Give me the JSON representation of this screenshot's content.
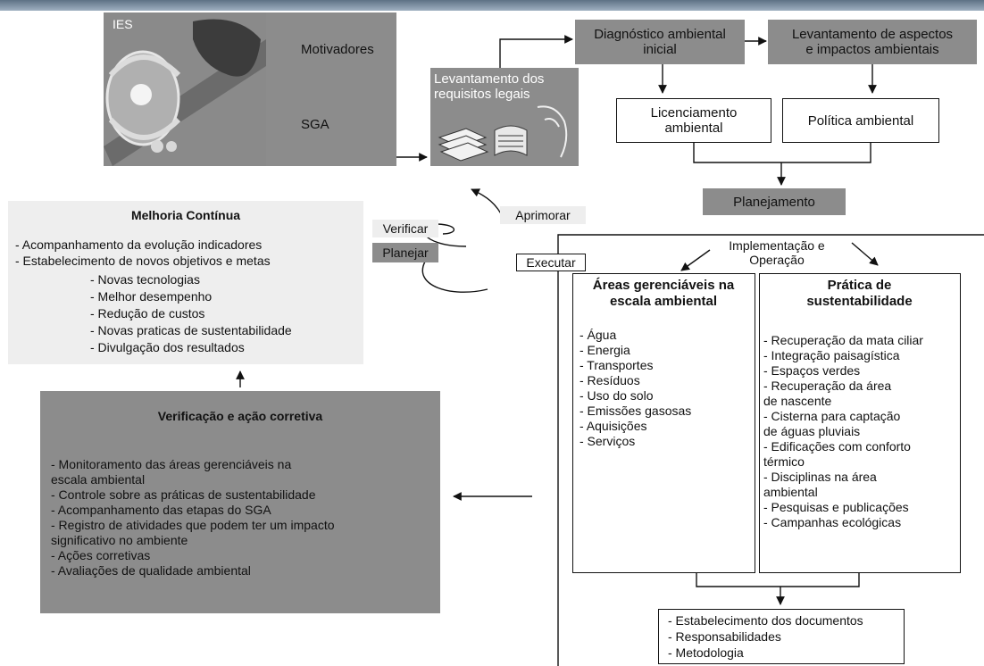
{
  "ies": {
    "label": "IES",
    "motivadores": "Motivadores",
    "sga": "SGA"
  },
  "requisitos": {
    "line1": "Levantamento dos",
    "line2": "requisitos legais"
  },
  "diagnostico": {
    "line1": "Diagnóstico ambiental",
    "line2": "inicial"
  },
  "levantamento_aspectos": {
    "line1": "Levantamento de aspectos",
    "line2": "e impactos ambientais"
  },
  "licenciamento": {
    "line1": "Licenciamento",
    "line2": "ambiental"
  },
  "politica": "Política ambiental",
  "planejamento": "Planejamento",
  "cycle": {
    "aprimorar": "Aprimorar",
    "verificar": "Verificar",
    "planejar": "Planejar",
    "executar": "Executar"
  },
  "implementacao": {
    "line1": "Implementação e",
    "line2": "Operação"
  },
  "melhoria": {
    "title": "Melhoria Contínua",
    "items": [
      "- Acompanhamento da evolução indicadores",
      "- Estabelecimento de novos objetivos e metas"
    ],
    "subitems": [
      "- Novas tecnologias",
      "- Melhor desempenho",
      "- Redução de custos",
      "- Novas praticas de sustentabilidade",
      "- Divulgação dos resultados"
    ]
  },
  "verificacao": {
    "title": "Verificação e ação corretiva",
    "items": [
      "- Monitoramento das áreas gerenciáveis na",
      "escala ambiental",
      "- Controle sobre as práticas de sustentabilidade",
      "- Acompanhamento das etapas do SGA",
      "- Registro de atividades que podem ter um impacto",
      "significativo no ambiente",
      "- Ações corretivas",
      "- Avaliações de qualidade ambiental"
    ]
  },
  "areas": {
    "title1": "Áreas gerenciáveis na",
    "title2": "escala ambiental",
    "items": [
      "- Água",
      "- Energia",
      "- Transportes",
      "- Resíduos",
      "- Uso do solo",
      "- Emissões gasosas",
      "- Aquisições",
      "- Serviços"
    ]
  },
  "pratica": {
    "title1": "Prática de",
    "title2": "sustentabilidade",
    "items": [
      "- Recuperação da mata ciliar",
      "- Integração paisagística",
      "- Espaços verdes",
      "- Recuperação da área",
      "de nascente",
      "- Cisterna para captação",
      "de águas pluviais",
      "- Edificações com conforto",
      "térmico",
      "- Disciplinas na área",
      "ambiental",
      "- Pesquisas e publicações",
      "- Campanhas ecológicas"
    ]
  },
  "documentos": {
    "items": [
      "- Estabelecimento dos documentos",
      "- Responsabilidades",
      "- Metodologia"
    ]
  }
}
